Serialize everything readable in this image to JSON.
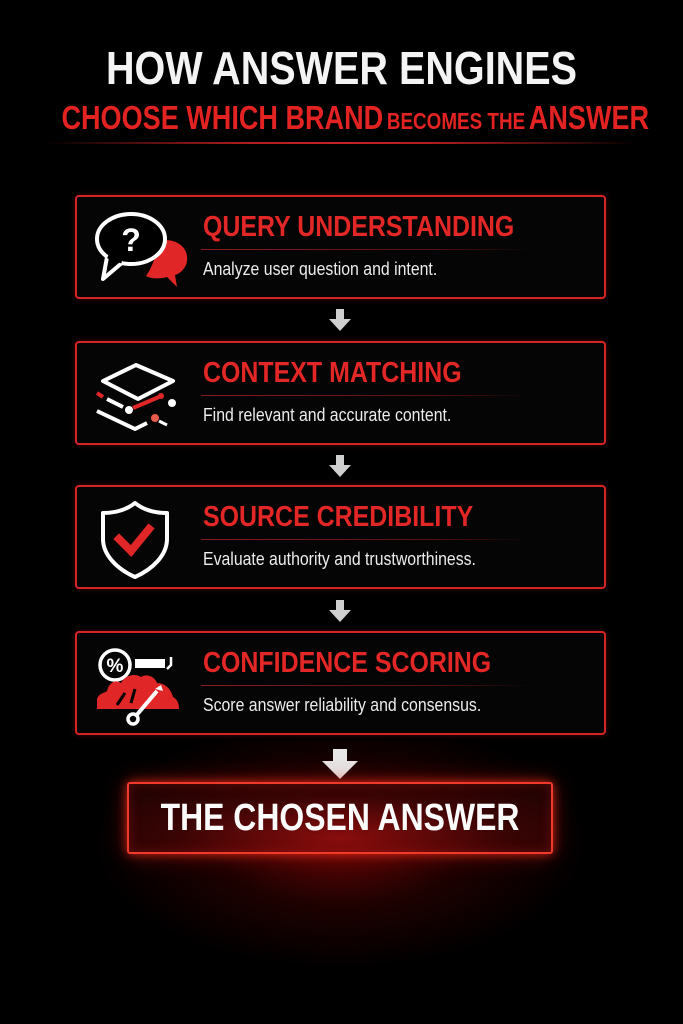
{
  "header": {
    "title": "HOW ANSWER ENGINES",
    "subtitle": {
      "part1": "CHOOSE WHICH BRAND",
      "part2": "BECOMES THE",
      "part3": "ANSWER"
    }
  },
  "steps": [
    {
      "heading": "QUERY UNDERSTANDING",
      "description": "Analyze user question and intent.",
      "icon": "speech-bubbles-question-icon"
    },
    {
      "heading": "CONTEXT MATCHING",
      "description": "Find relevant and accurate content.",
      "icon": "layers-connection-icon"
    },
    {
      "heading": "SOURCE CREDIBILITY",
      "description": "Evaluate authority and trustworthiness.",
      "icon": "shield-check-icon"
    },
    {
      "heading": "CONFIDENCE SCORING",
      "description": "Score answer reliability and consensus.",
      "icon": "percent-gauge-icon"
    }
  ],
  "final": {
    "label": "THE CHOSEN ANSWER"
  },
  "colors": {
    "background": "#000000",
    "accent_red": "#e32626",
    "border_red": "#d42424",
    "text_white": "#f4f4f4",
    "arrow_gray": "#cfcfcf"
  }
}
